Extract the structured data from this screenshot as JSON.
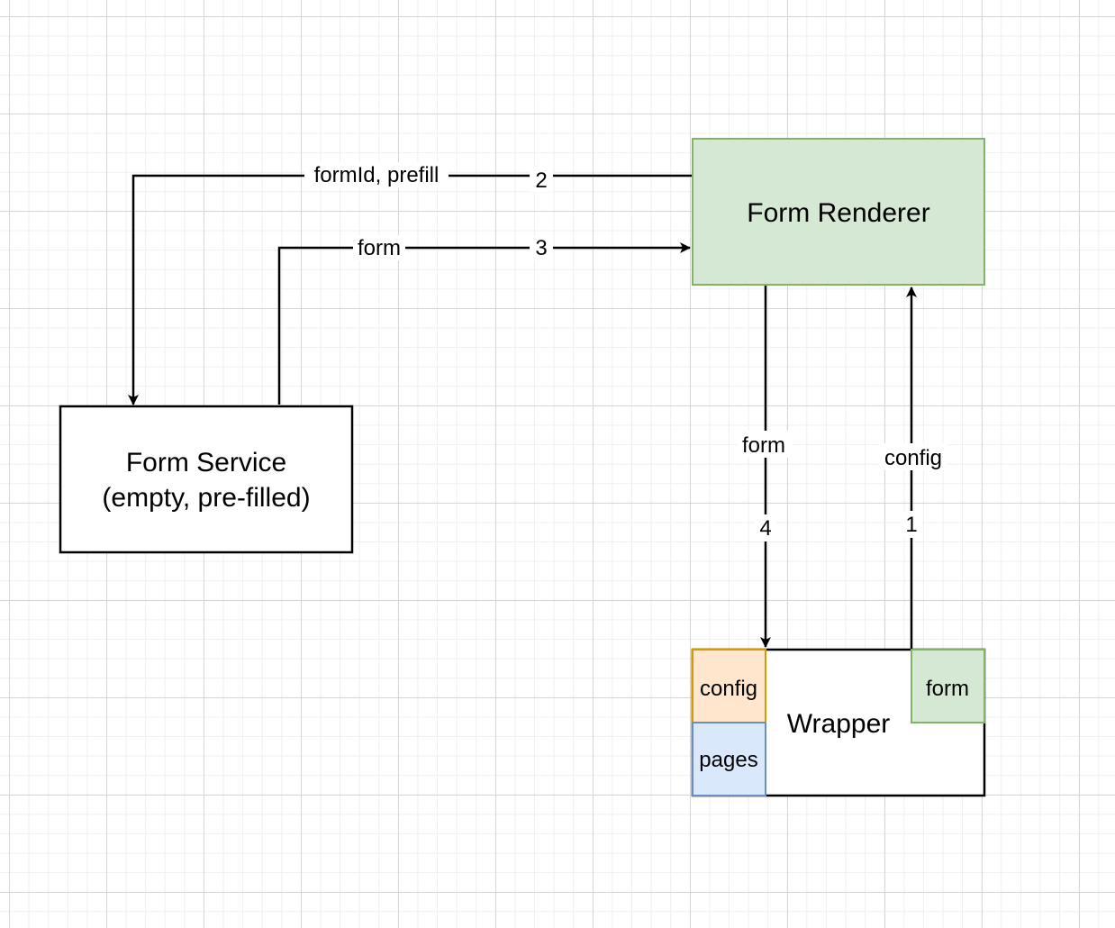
{
  "nodes": {
    "form_renderer": {
      "label": "Form Renderer",
      "fill": "#d5e8d4",
      "stroke": "#82b366"
    },
    "form_service": {
      "label_line1": "Form Service",
      "label_line2": "(empty, pre-filled)",
      "fill": "#ffffff",
      "stroke": "#000000"
    },
    "wrapper": {
      "label": "Wrapper",
      "fill": "#ffffff",
      "stroke": "#000000"
    },
    "wrapper_config": {
      "label": "config",
      "fill": "#ffe6cc",
      "stroke": "#d79b00"
    },
    "wrapper_pages": {
      "label": "pages",
      "fill": "#dae8fc",
      "stroke": "#6c8ebf"
    },
    "wrapper_form": {
      "label": "form",
      "fill": "#d5e8d4",
      "stroke": "#82b366"
    }
  },
  "edges": {
    "e1": {
      "label": "config",
      "step": "1"
    },
    "e2": {
      "label": "formId, prefill",
      "step": "2"
    },
    "e3": {
      "label": "form",
      "step": "3"
    },
    "e4": {
      "label": "form",
      "step": "4"
    }
  }
}
